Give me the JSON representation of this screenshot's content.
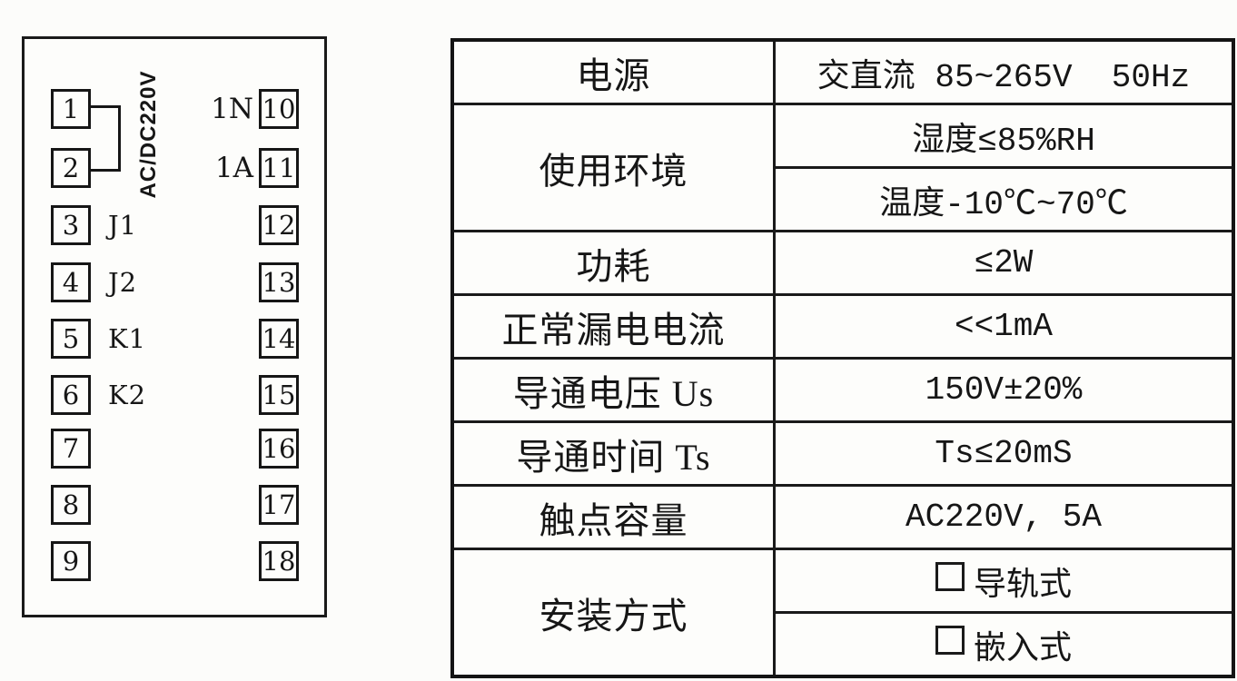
{
  "terminal_diagram": {
    "power_label": "AC/DC220V",
    "left_terminals": [
      {
        "num": "1",
        "label": ""
      },
      {
        "num": "2",
        "label": ""
      },
      {
        "num": "3",
        "label": "J1"
      },
      {
        "num": "4",
        "label": "J2"
      },
      {
        "num": "5",
        "label": "K1"
      },
      {
        "num": "6",
        "label": "K2"
      },
      {
        "num": "7",
        "label": ""
      },
      {
        "num": "8",
        "label": ""
      },
      {
        "num": "9",
        "label": ""
      }
    ],
    "right_terminals": [
      {
        "num": "10",
        "label": "1N"
      },
      {
        "num": "11",
        "label": "1A"
      },
      {
        "num": "12",
        "label": ""
      },
      {
        "num": "13",
        "label": ""
      },
      {
        "num": "14",
        "label": ""
      },
      {
        "num": "15",
        "label": ""
      },
      {
        "num": "16",
        "label": ""
      },
      {
        "num": "17",
        "label": ""
      },
      {
        "num": "18",
        "label": ""
      }
    ]
  },
  "spec_table": {
    "rows": [
      {
        "label": "电源",
        "values": [
          "交直流 85~265V  50Hz"
        ]
      },
      {
        "label": "使用环境",
        "values": [
          "湿度≤85%RH",
          "温度-10℃~70℃"
        ]
      },
      {
        "label": "功耗",
        "values": [
          "≤2W"
        ]
      },
      {
        "label": "正常漏电电流",
        "values": [
          "<<1mA"
        ]
      },
      {
        "label": "导通电压 Us",
        "values": [
          "150V±20%"
        ]
      },
      {
        "label": "导通时间 Ts",
        "values": [
          "Ts≤20mS"
        ]
      },
      {
        "label": "触点容量",
        "values": [
          "AC220V, 5A"
        ]
      },
      {
        "label": "安装方式",
        "values": [
          "导轨式",
          "嵌入式"
        ],
        "checkboxes": true
      }
    ]
  }
}
